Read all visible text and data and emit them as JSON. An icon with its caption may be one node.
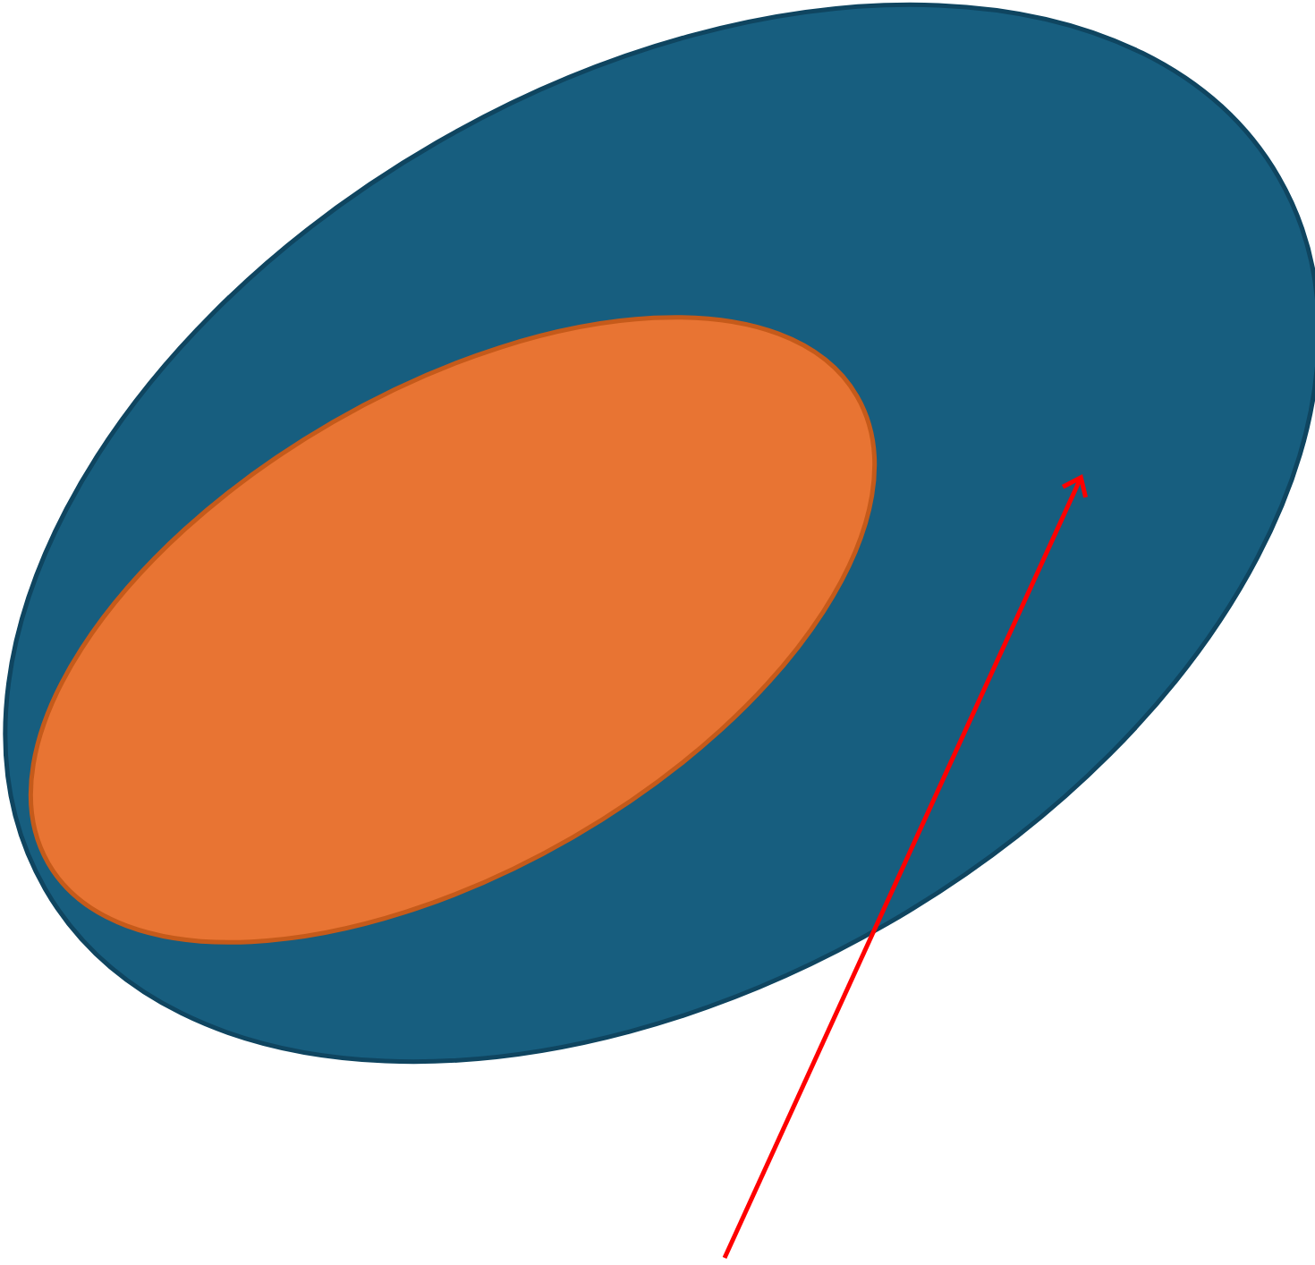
{
  "diagram": {
    "nodes": [
      {
        "text": [],
        "shape": "ellipse"
      },
      {
        "text": [],
        "shape": "ellipse",
        "in": 0
      }
    ]
  }
}
